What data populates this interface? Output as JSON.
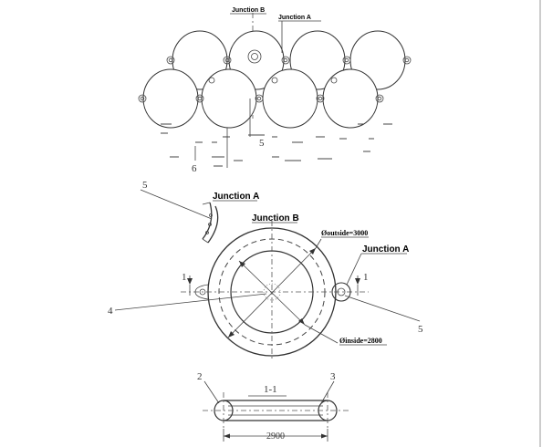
{
  "top_view": {
    "junction_b_label": "Junction B",
    "junction_a_label": "Junction A",
    "item_5": "5",
    "item_6": "6"
  },
  "plan_view": {
    "item_5_left": "5",
    "junction_a_detail_label": "Junction A",
    "junction_b_label": "Junction B",
    "junction_a_label": "Junction A",
    "outside_label": "Øoutside=3000",
    "inside_label": "Øinside=2800",
    "item_4": "4",
    "item_5_right": "5",
    "section_mark_left": "1",
    "section_mark_right": "1"
  },
  "section_view": {
    "title": "1-1",
    "item_2": "2",
    "item_3": "3",
    "dimension": "2900"
  }
}
